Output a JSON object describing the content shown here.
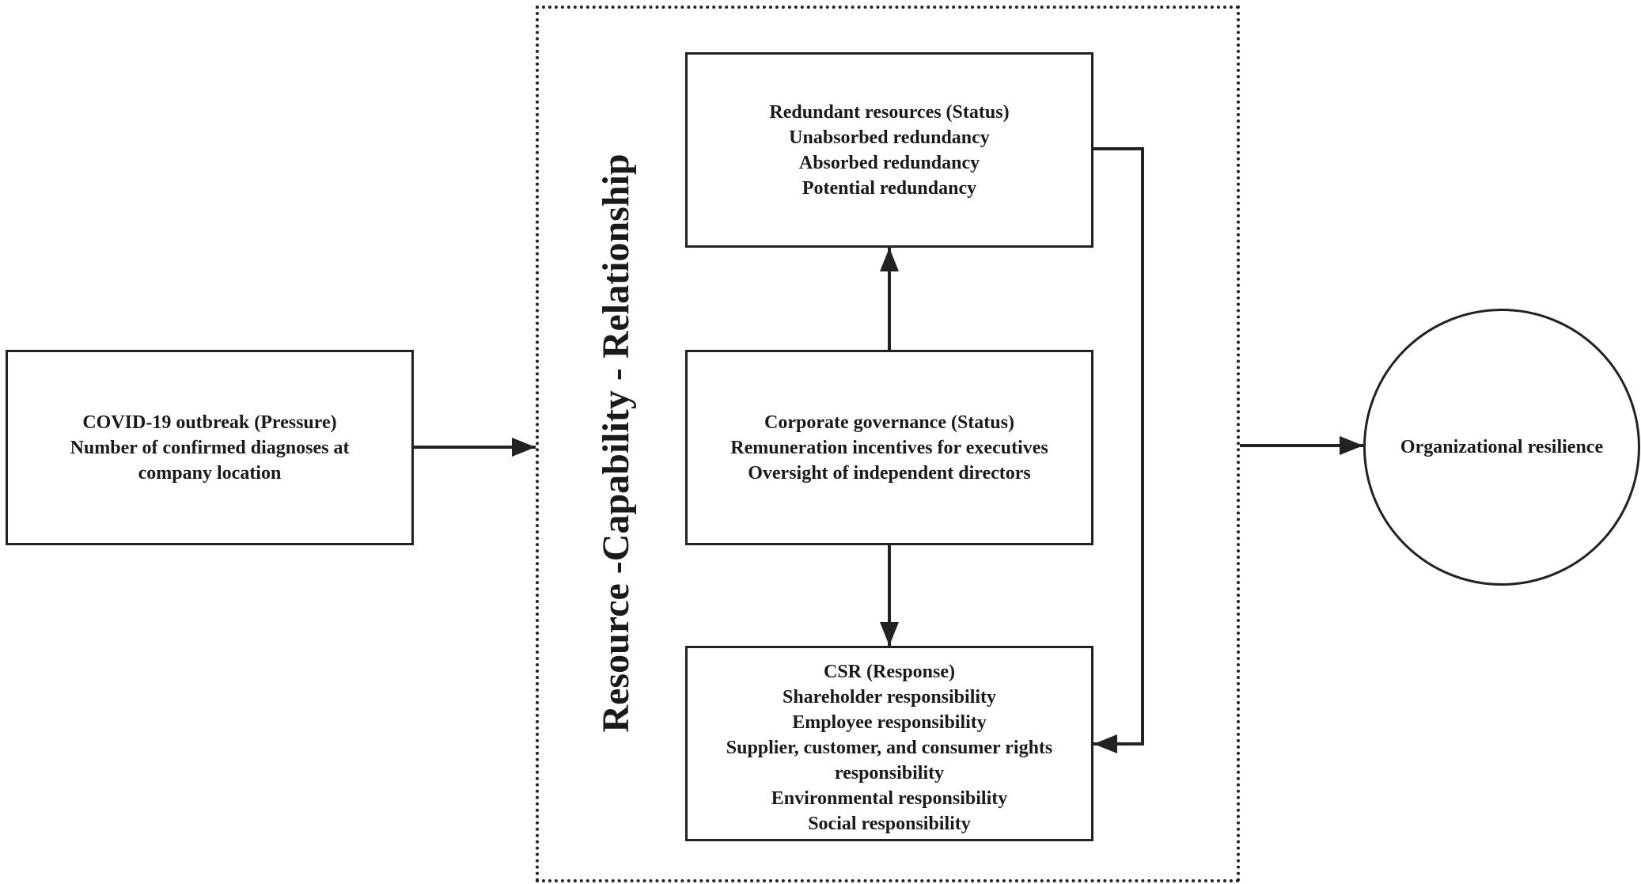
{
  "pressure": {
    "lines": [
      "COVID-19 outbreak (Pressure)",
      "Number of confirmed diagnoses at",
      "company location"
    ]
  },
  "framework_label": "Resource -Capability - Relationship",
  "redundant_resources": {
    "lines": [
      "Redundant resources (Status)",
      "Unabsorbed redundancy",
      "Absorbed redundancy",
      "Potential redundancy"
    ]
  },
  "corporate_governance": {
    "lines": [
      "Corporate governance (Status)",
      "Remuneration incentives for executives",
      "Oversight of independent directors"
    ]
  },
  "csr": {
    "lines": [
      "CSR (Response)",
      "Shareholder responsibility",
      "Employee responsibility",
      "Supplier, customer, and consumer rights",
      "responsibility",
      "Environmental responsibility",
      "Social responsibility"
    ]
  },
  "outcome": {
    "label": "Organizational resilience"
  },
  "colors": {
    "stroke": "#222222",
    "text": "#1a1a1a",
    "background": "#ffffff"
  }
}
